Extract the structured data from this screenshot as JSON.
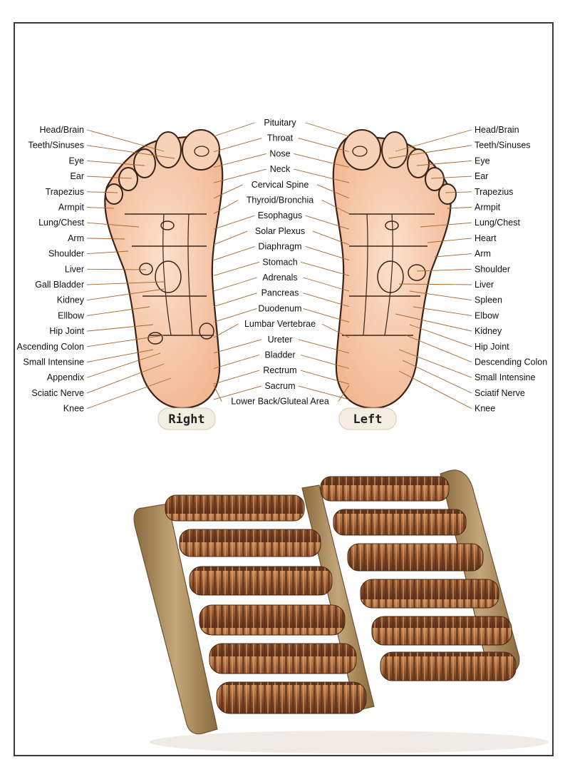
{
  "diagram": {
    "right_foot_labels": [
      "Head/Brain",
      "Teeth/Sinuses",
      "Eye",
      "Ear",
      "Trapezius",
      "Armpit",
      "Lung/Chest",
      "Arm",
      "Shoulder",
      "Liver",
      "Gall Bladder",
      "Kidney",
      "Ellbow",
      "Hip Joint",
      "Ascending Colon",
      "Small Intensine",
      "Appendix",
      "Sciatic Nerve",
      "Knee"
    ],
    "center_labels": [
      "Pituitary",
      "Throat",
      "Nose",
      "Neck",
      "Cervical Spine",
      "Thyroid/Bronchia",
      "Esophagus",
      "Solar Plexus",
      "Diaphragm",
      "Stomach",
      "Adrenals",
      "Pancreas",
      "Duodenum",
      "Lumbar Vertebrae",
      "Ureter",
      "Bladder",
      "Rectrum",
      "Sacrum",
      "Lower Back/Gluteal Area"
    ],
    "left_foot_labels": [
      "Head/Brain",
      "Teeth/Sinuses",
      "Eye",
      "Ear",
      "Trapezius",
      "Armpit",
      "Lung/Chest",
      "Heart",
      "Arm",
      "Shoulder",
      "Liver",
      "Spleen",
      "Elbow",
      "Kidney",
      "Hip Joint",
      "Descending Colon",
      "Small Intensine",
      "Sciatif Nerve",
      "Knee"
    ],
    "right_tag": "Right",
    "left_tag": "Left"
  },
  "colors": {
    "skin": "#f6c9a8",
    "skin_light": "#fbe3d0",
    "outline": "#3a2418",
    "leader": "#a8682a",
    "wood_light": "#b69a6c",
    "wood_dark": "#7a4f2a",
    "roller": "#9a5a32"
  }
}
